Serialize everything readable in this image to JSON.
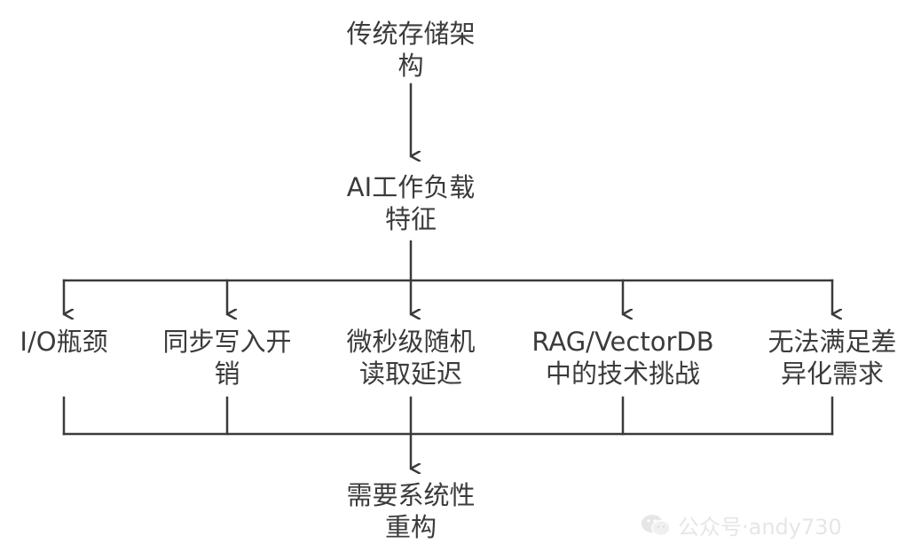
{
  "colors": {
    "line": "#3b3b3b",
    "text": "#3b3b3b",
    "watermark": "#e6e6e6"
  },
  "nodes": {
    "top": {
      "line1": "传统存储架",
      "line2": "构"
    },
    "middle": {
      "line1": "AI工作负载",
      "line2": "特征"
    },
    "c1": {
      "line1": "I/O瓶颈",
      "line2": ""
    },
    "c2": {
      "line1": "同步写入开",
      "line2": "销"
    },
    "c3": {
      "line1": "微秒级随机",
      "line2": "读取延迟"
    },
    "c4": {
      "line1": "RAG/VectorDB",
      "line2": "中的技术挑战"
    },
    "c5": {
      "line1": "无法满足差",
      "line2": "异化需求"
    },
    "bottom": {
      "line1": "需要系统性",
      "line2": "重构"
    }
  },
  "watermark": {
    "text": "公众号·andy730",
    "icon": "wechat-icon"
  }
}
